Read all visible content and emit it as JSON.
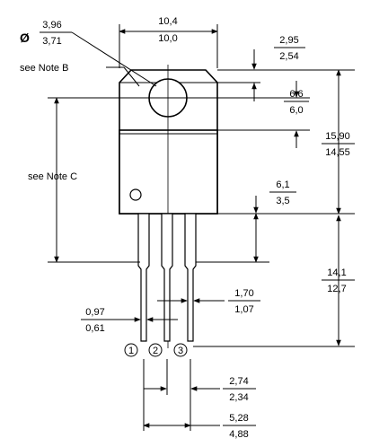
{
  "diameter": {
    "symbol": "Ø",
    "max": "3,96",
    "min": "3,71"
  },
  "notes": {
    "b": "see Note B",
    "c": "see Note C"
  },
  "dims": {
    "body_width": {
      "max": "10,4",
      "min": "10,0"
    },
    "tab_offset": {
      "max": "2,95",
      "min": "2,54"
    },
    "hole_height": {
      "max": "6,6",
      "min": "6,0"
    },
    "total_height": {
      "max": "15,90",
      "min": "14,55"
    },
    "lead_shoulder": {
      "max": "6,1",
      "min": "3,5"
    },
    "lead_length": {
      "max": "14,1",
      "min": "12,7"
    },
    "lead_width": {
      "max": "1,70",
      "min": "1,07"
    },
    "lead_thickness": {
      "max": "0,97",
      "min": "0,61"
    },
    "pitch": {
      "max": "2,74",
      "min": "2,34"
    },
    "span": {
      "max": "5,28",
      "min": "4,88"
    }
  },
  "pins": [
    "1",
    "2",
    "3"
  ]
}
